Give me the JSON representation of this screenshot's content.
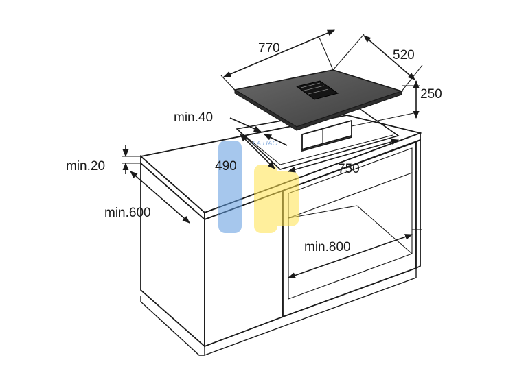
{
  "dimensions": {
    "hob_width": "770",
    "hob_depth": "520",
    "unit_height": "250",
    "min_back_gap": "min.40",
    "cutout_depth": "490",
    "cutout_width": "750",
    "worktop_thickness": "min.20",
    "worktop_depth": "min.600",
    "cabinet_width": "min.800"
  },
  "watermark": "LA HAO",
  "colors": {
    "line": "#1a1a1a",
    "hob_glass": "#4a4a4a",
    "watermark_blue": "#3a78c8",
    "watermark_yellow": "#f5d000"
  }
}
